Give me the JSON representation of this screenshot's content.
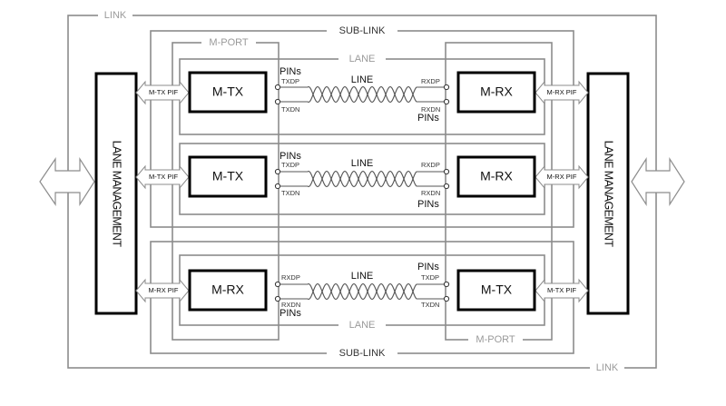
{
  "labels": {
    "link": "LINK",
    "sub_link": "SUB-LINK",
    "m_port": "M-PORT",
    "lane": "LANE",
    "line": "LINE",
    "lane_management": "LANE MANAGEMENT",
    "pins": "PINs",
    "txdp": "TXDP",
    "txdn": "TXDN",
    "rxdp": "RXDP",
    "rxdn": "RXDN",
    "m_tx": "M-TX",
    "m_rx": "M-RX",
    "m_tx_pif": "M-TX PIF",
    "m_rx_pif": "M-RX PIF"
  },
  "colors": {
    "frame_gray": "#8c8c8c",
    "label_gray": "#9a9a9a",
    "box_black": "#000000",
    "text_dark": "#333333"
  }
}
